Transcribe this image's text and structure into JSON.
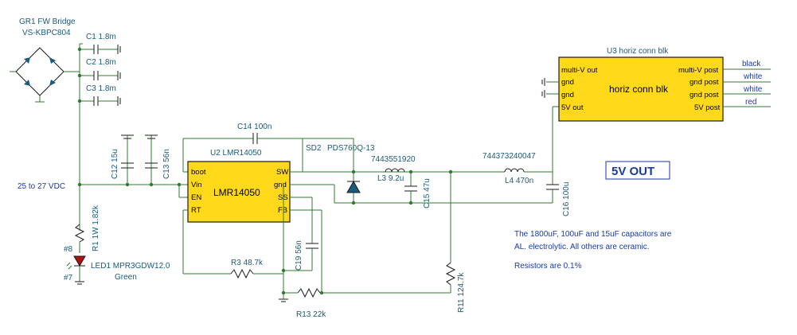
{
  "bridge": {
    "ref": "GR1 FW Bridge",
    "part": "VS-KBPC804"
  },
  "caps_input": [
    {
      "ref": "C1",
      "value": "1.8m"
    },
    {
      "ref": "C2",
      "value": "1.8m"
    },
    {
      "ref": "C3",
      "value": "1.8m"
    }
  ],
  "input_voltage": "25 to 27 VDC",
  "c12": {
    "ref": "C12",
    "value": "15u"
  },
  "c13": {
    "ref": "C13",
    "value": "56n"
  },
  "c14": {
    "ref": "C14",
    "value": "100n"
  },
  "u2": {
    "title": "U2 LMR14050",
    "body": "LMR14050",
    "pins_left": [
      "boot",
      "Vin",
      "EN",
      "RT"
    ],
    "pins_right": [
      "SW",
      "gnd",
      "SS",
      "FB"
    ]
  },
  "sd2": {
    "ref": "SD2",
    "part": "PDS760Q-13"
  },
  "l3": {
    "part": "7443551920",
    "ref": "L3",
    "value": "9.2u"
  },
  "c15": {
    "ref": "C15",
    "value": "47u"
  },
  "l4": {
    "part": "744373240047",
    "ref": "L4",
    "value": "470n"
  },
  "c16": {
    "ref": "C16",
    "value": "100u"
  },
  "r1": {
    "ref": "R1",
    "value": "1W 1.82k"
  },
  "led1": {
    "ref": "LED1",
    "part": "MPR3GDW12.0",
    "color": "Green",
    "pin_a": "#8",
    "pin_k": "#7"
  },
  "r3": {
    "ref": "R3",
    "value": "48.7k"
  },
  "c19": {
    "ref": "C19",
    "value": "56n"
  },
  "r13": {
    "ref": "R13",
    "value": "22k"
  },
  "r11": {
    "ref": "R11",
    "value": "124.7k"
  },
  "u3": {
    "title": "U3 horiz conn blk",
    "body": "horiz conn blk",
    "pins_left": [
      "multi-V out",
      "gnd",
      "gnd",
      "5V out"
    ],
    "pins_right": [
      "multi-V post",
      "gnd post",
      "gnd post",
      "5V post"
    ]
  },
  "wires": [
    "black",
    "white",
    "white",
    "red"
  ],
  "out_label": "5V OUT",
  "notes": [
    "The 1800uF, 100uF and 15uF capacitors are",
    "AL. electrolytic.  All others are ceramic.",
    "Resistors are 0.1%"
  ],
  "colors": {
    "chip_fill": "#ffd91a",
    "wire": "#2f7a2f",
    "label": "#1a5a7a",
    "note": "#1a3aa0",
    "led": "#b01010"
  }
}
